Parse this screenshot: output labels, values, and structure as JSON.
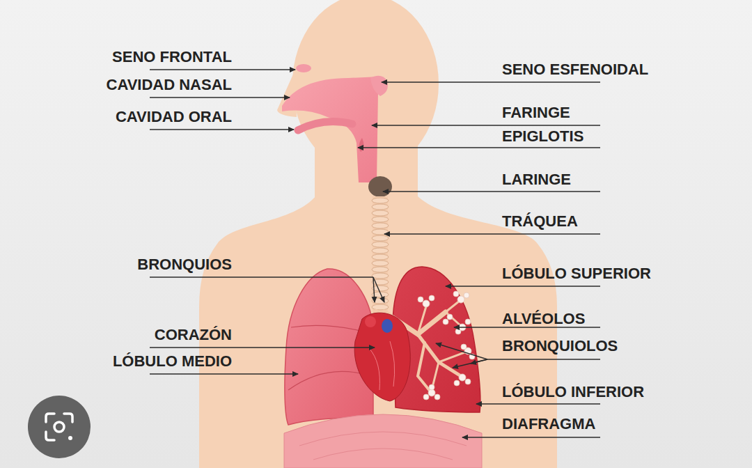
{
  "diagram": {
    "labels": [
      "SENO FRONTAL",
      "CAVIDAD NASAL",
      "CAVIDAD ORAL",
      "SENO ESFENOIDAL",
      "FARINGE",
      "EPIGLOTIS",
      "LARINGE",
      "TRÁQUEA",
      "BRONQUIOS",
      "LÓBULO SUPERIOR",
      "ALVÉOLOS",
      "CORAZÓN",
      "BRONQUIOLOS",
      "LÓBULO MEDIO",
      "LÓBULO INFERIOR",
      "DIAFRAGMA"
    ]
  }
}
